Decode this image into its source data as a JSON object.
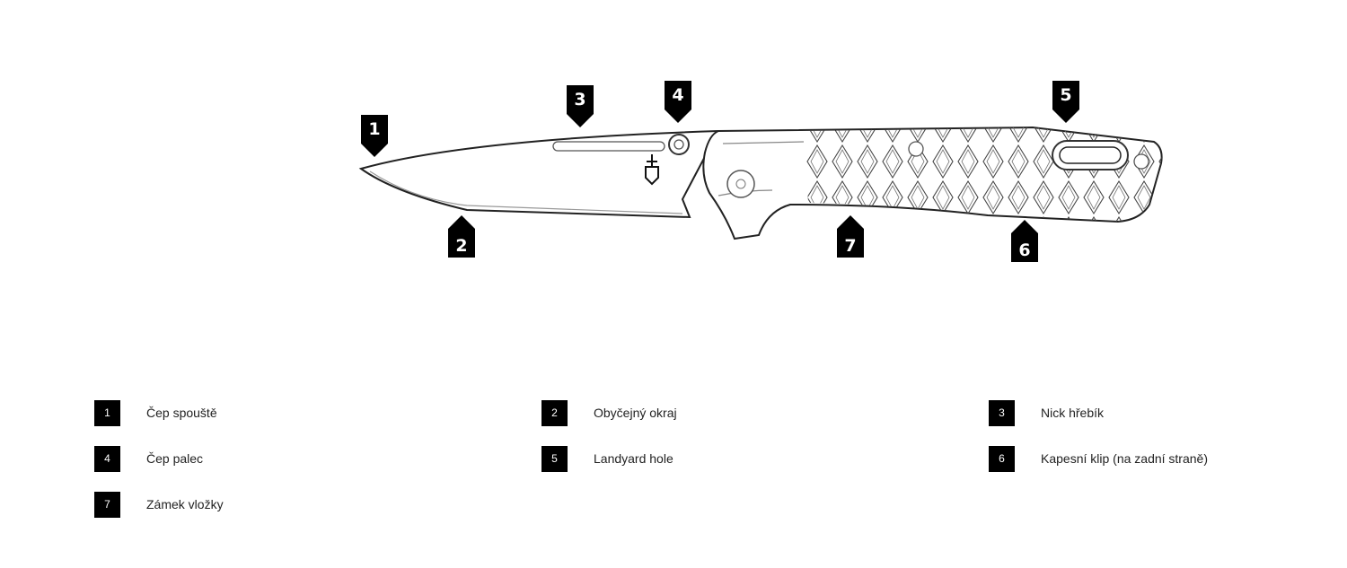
{
  "diagram": {
    "markers": [
      "1",
      "2",
      "3",
      "4",
      "5",
      "6",
      "7"
    ]
  },
  "legend": [
    {
      "num": "1",
      "label": "Čep spouště"
    },
    {
      "num": "2",
      "label": "Obyčejný okraj"
    },
    {
      "num": "3",
      "label": "Nick hřebík"
    },
    {
      "num": "4",
      "label": "Čep palec"
    },
    {
      "num": "5",
      "label": "Landyard hole"
    },
    {
      "num": "6",
      "label": "Kapesní klip (na zadní straně)"
    },
    {
      "num": "7",
      "label": "Zámek vložky"
    }
  ]
}
